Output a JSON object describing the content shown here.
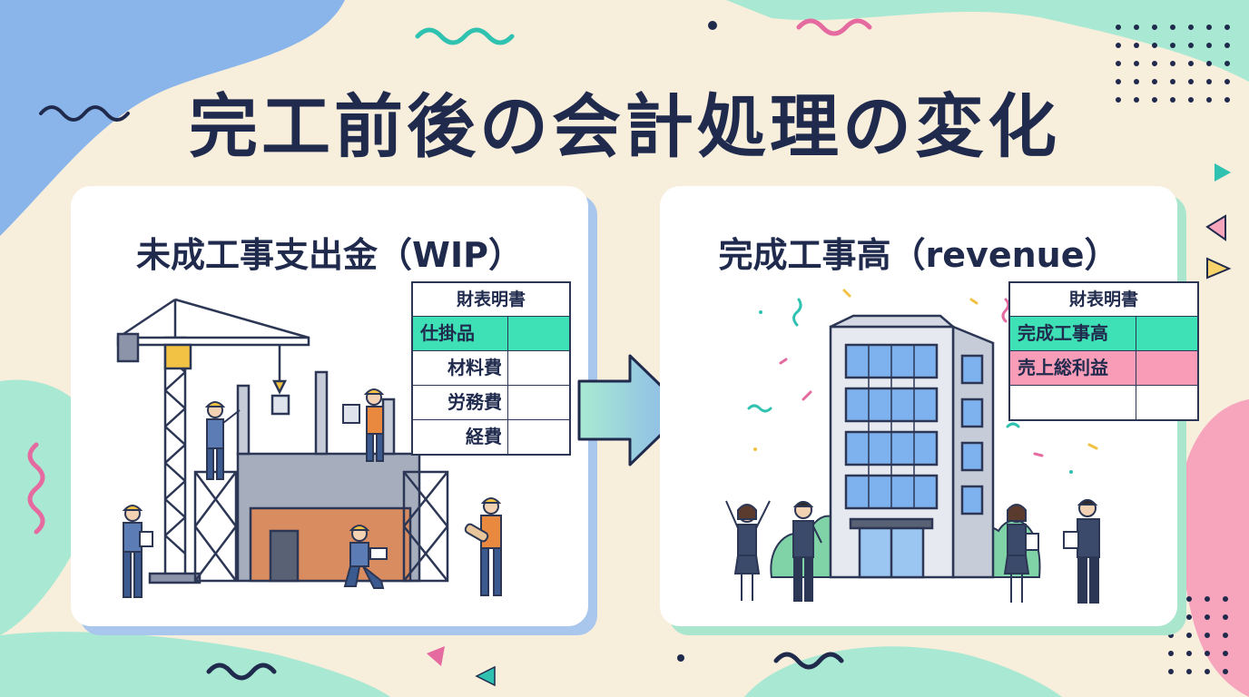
{
  "title": "完工前後の会計処理の変化",
  "left_panel": {
    "heading": "未成工事支出金（WIP）",
    "ledger": {
      "header": "財表明書",
      "rows": [
        {
          "label": "仕掛品",
          "highlight": "#3ee0b5"
        },
        {
          "label": "材料費"
        },
        {
          "label": "労務費"
        },
        {
          "label": "経費"
        }
      ]
    }
  },
  "right_panel": {
    "heading": "完成工事高（revenue）",
    "ledger": {
      "header": "財表明書",
      "rows": [
        {
          "label": "完成工事高",
          "highlight": "#3ee0b5"
        },
        {
          "label": "売上総利益",
          "highlight": "#f99cb8"
        },
        {
          "label": ""
        }
      ]
    }
  },
  "icons": [
    "crane-icon",
    "construction-worker-icon",
    "scaffold-icon",
    "office-building-icon",
    "celebrating-person-icon",
    "confetti-icon",
    "right-arrow-icon"
  ],
  "colors": {
    "navy": "#1f2a4d",
    "green": "#3ee0b5",
    "pink": "#f99cb8",
    "blue_blob": "#8ab5ea",
    "mint_blob": "#a9e9d3",
    "background": "#f8eedc"
  }
}
